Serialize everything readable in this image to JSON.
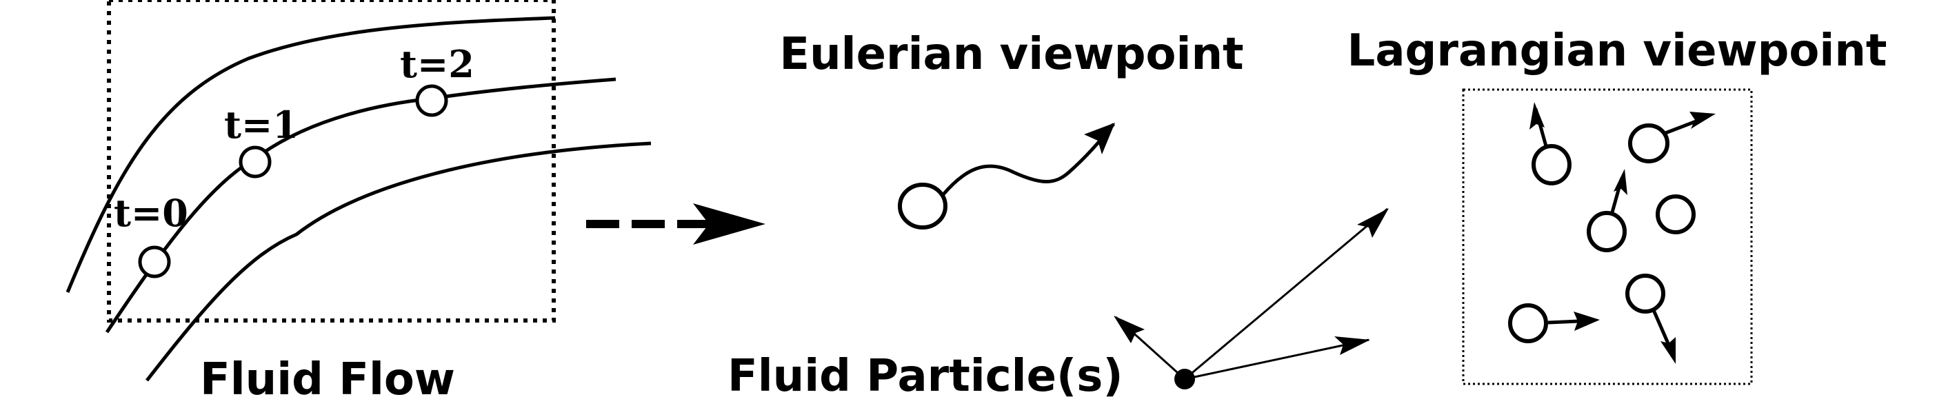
{
  "fluid_flow": {
    "label": "Fluid Flow",
    "time_labels": [
      "t=0",
      "t=1",
      "t=2"
    ]
  },
  "eulerian": {
    "label": "Eulerian viewpoint"
  },
  "lagrangian": {
    "label": "Lagrangian viewpoint"
  },
  "particles": {
    "label": "Fluid Particle(s)"
  },
  "colors": {
    "ink": "#000000",
    "background": "#ffffff"
  }
}
